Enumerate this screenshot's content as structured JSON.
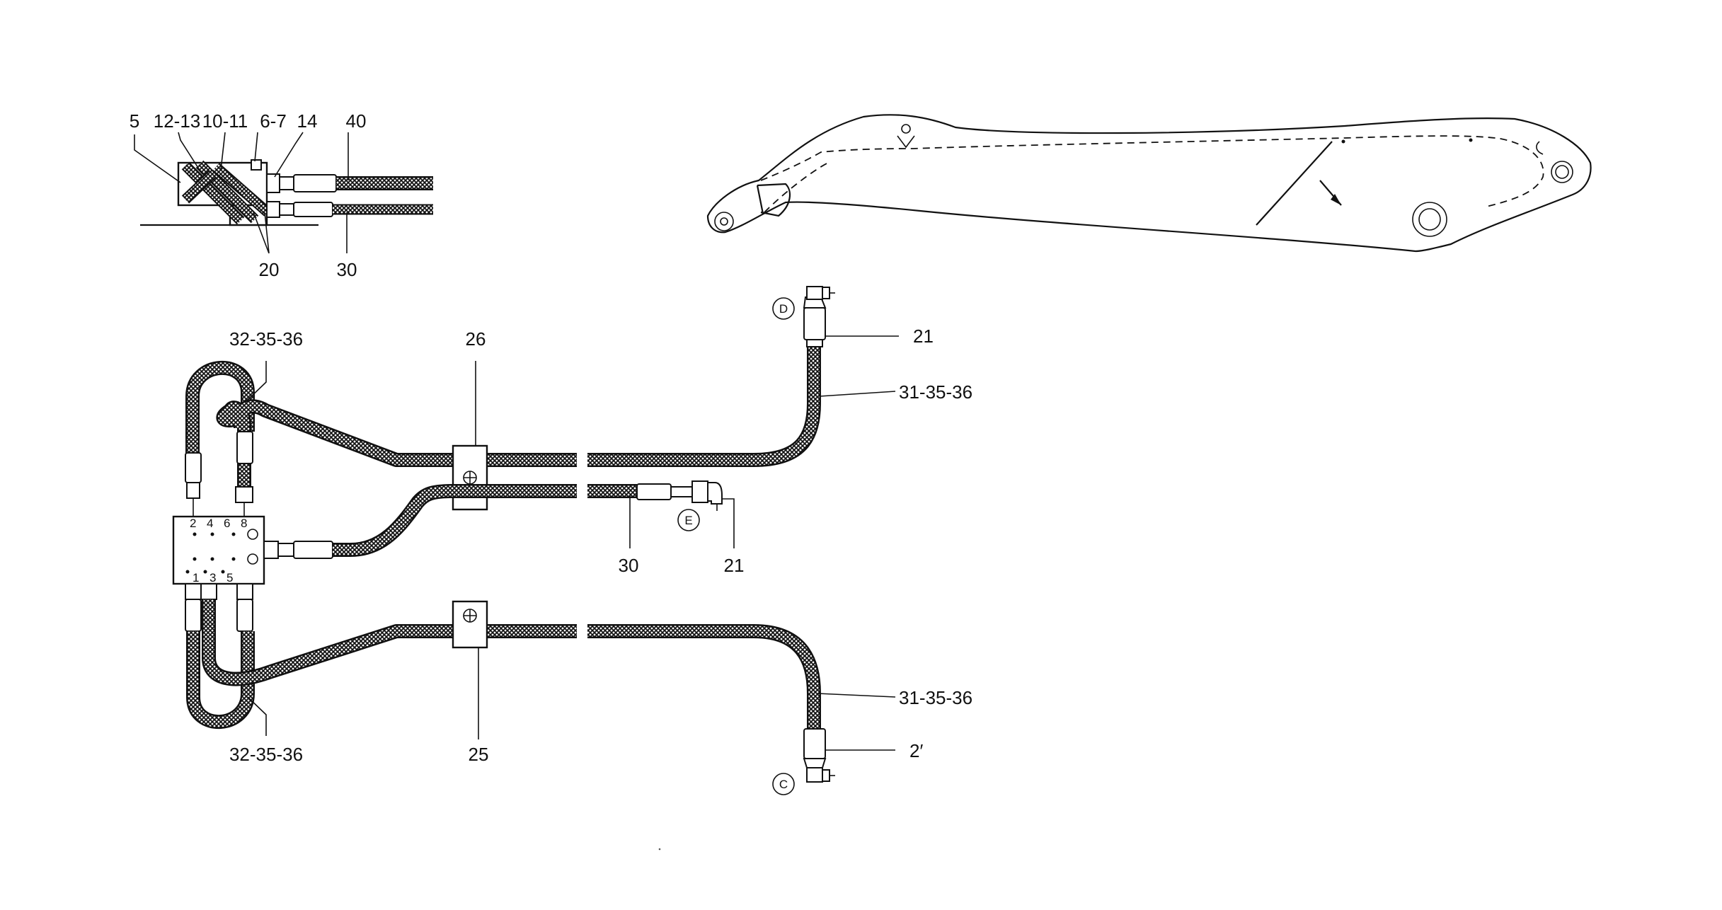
{
  "labels": {
    "detail_5": "5",
    "detail_12_13": "12-13",
    "detail_10_11": "10-11",
    "detail_6_7": "6-7",
    "detail_14": "14",
    "detail_40": "40",
    "detail_20": "20",
    "detail_30": "30",
    "top_32_35_36": "32-35-36",
    "clamp_26": "26",
    "fitting_21_top": "21",
    "hose_31_35_36_top": "31-35-36",
    "hose_30": "30",
    "fitting_21_mid": "21",
    "hose_31_35_36_bottom": "31-35-36",
    "fitting_2_prime": "2′",
    "bottom_32_35_36": "32-35-36",
    "clamp_25": "25",
    "port_d": "D",
    "port_e": "E",
    "port_c": "C"
  },
  "block_ports": {
    "top_left": "2",
    "top_mid_a": "4",
    "top_mid_b": "6",
    "top_right": "8",
    "bottom_a": "1",
    "bottom_b": "3",
    "bottom_c": "5"
  }
}
